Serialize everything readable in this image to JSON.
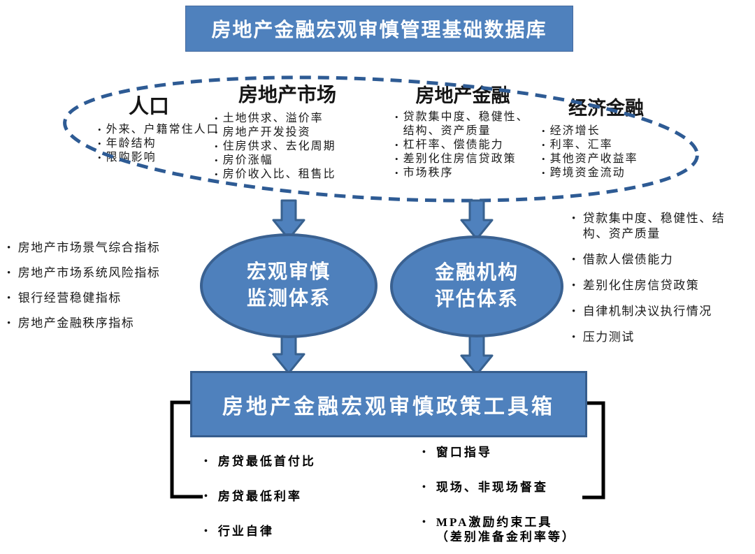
{
  "database": {
    "title": "房地产金融宏观审慎管理基础数据库",
    "categories": [
      {
        "title": "人口",
        "items": [
          "外来、户籍常住人口",
          "年龄结构",
          "限购影响"
        ]
      },
      {
        "title": "房地产市场",
        "items": [
          "土地供求、溢价率",
          "房地产开发投资",
          "住房供求、去化周期",
          "房价涨幅",
          "房价收入比、租售比"
        ]
      },
      {
        "title": "房地产金融",
        "items": [
          "贷款集中度、稳健性、结构、资产质量",
          "杠杆率、偿债能力",
          "差别化住房信贷政策",
          "市场秩序"
        ]
      },
      {
        "title": "经济金融",
        "items": [
          "经济增长",
          "利率、汇率",
          "其他资产收益率",
          "跨境资金流动"
        ]
      }
    ]
  },
  "monitor_system": {
    "label": "宏观审慎\n监测体系",
    "indicators": [
      "房地产市场景气综合指标",
      "房地产市场系统风险指标",
      "银行经营稳健指标",
      "房地产金融秩序指标"
    ]
  },
  "assessment_system": {
    "label": "金融机构\n评估体系",
    "indicators": [
      "贷款集中度、稳健性、结构、资产质量",
      "借款人偿债能力",
      "差别化住房信贷政策",
      "自律机制决议执行情况",
      "压力测试"
    ]
  },
  "toolbox": {
    "title": "房地产金融宏观审慎政策工具箱",
    "tools_left": [
      "房贷最低首付比",
      "房贷最低利率",
      "行业自律"
    ],
    "tools_right": [
      "窗口指导",
      "现场、非现场督查",
      "MPA激励约束工具\n（差别准备金利率等）"
    ]
  },
  "icons": {
    "bullet": "•"
  },
  "colors": {
    "node_fill": "#4F81BD",
    "node_border": "#3A6191",
    "dash_stroke": "#2E5B94",
    "bracket": "#000000",
    "text_light": "#FFFFFF",
    "text_dark": "#1A1A1A"
  }
}
